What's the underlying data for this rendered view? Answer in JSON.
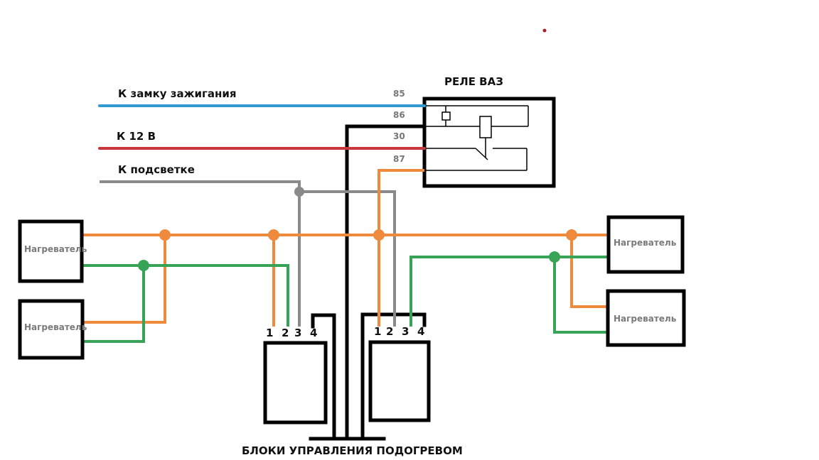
{
  "diagram": {
    "title_bottom": "БЛОКИ УПРАВЛЕНИЯ ПОДОГРЕВОМ",
    "relay": {
      "title": "РЕЛЕ ВАЗ",
      "pins": [
        "85",
        "86",
        "30",
        "87"
      ]
    },
    "wires": {
      "ignition": "К замку зажигания",
      "power12v": "К 12 В",
      "backlight": "К подсветке"
    },
    "heaters": [
      "Нагреватель",
      "Нагреватель",
      "Нагреватель",
      "Нагреватель"
    ],
    "control_blocks": [
      {
        "terminals": [
          "1",
          "2",
          "3",
          "4"
        ]
      },
      {
        "terminals": [
          "1",
          "2",
          "3",
          "4"
        ]
      }
    ],
    "colors": {
      "blue": "#2f9bd0",
      "red": "#c8363c",
      "gray": "#8a8a8a",
      "orange": "#ef8a3c",
      "green": "#36a356",
      "black": "#000000",
      "stray_dot": "#a02030"
    }
  }
}
